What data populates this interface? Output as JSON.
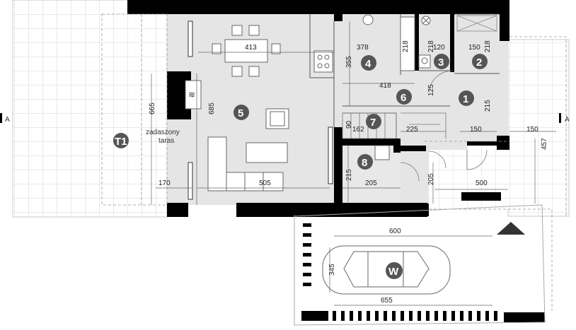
{
  "section_marks": {
    "left": "A",
    "right": "A"
  },
  "rooms": [
    {
      "id": "1"
    },
    {
      "id": "2"
    },
    {
      "id": "3"
    },
    {
      "id": "4"
    },
    {
      "id": "5"
    },
    {
      "id": "6"
    },
    {
      "id": "7"
    },
    {
      "id": "8"
    },
    {
      "id": "T1"
    },
    {
      "id": "W"
    }
  ],
  "terrace_label": {
    "line1": "zadaszony",
    "line2": "taras"
  },
  "dimensions": {
    "d413": "413",
    "d378": "378",
    "d218a": "218",
    "d218b": "218",
    "d218c": "218",
    "d120": "120",
    "d150a": "150",
    "d355": "355",
    "d125": "125",
    "d418": "418",
    "d215a": "215",
    "d665": "665",
    "d685": "685",
    "d90": "90",
    "d162": "162",
    "d225": "225",
    "d150b": "150",
    "d150c": "150",
    "d457": "457",
    "d215b": "215",
    "d205a": "205",
    "d205b": "205",
    "d170": "170",
    "d505": "505",
    "d500": "500",
    "d600": "600",
    "d345": "345",
    "d655": "655"
  }
}
